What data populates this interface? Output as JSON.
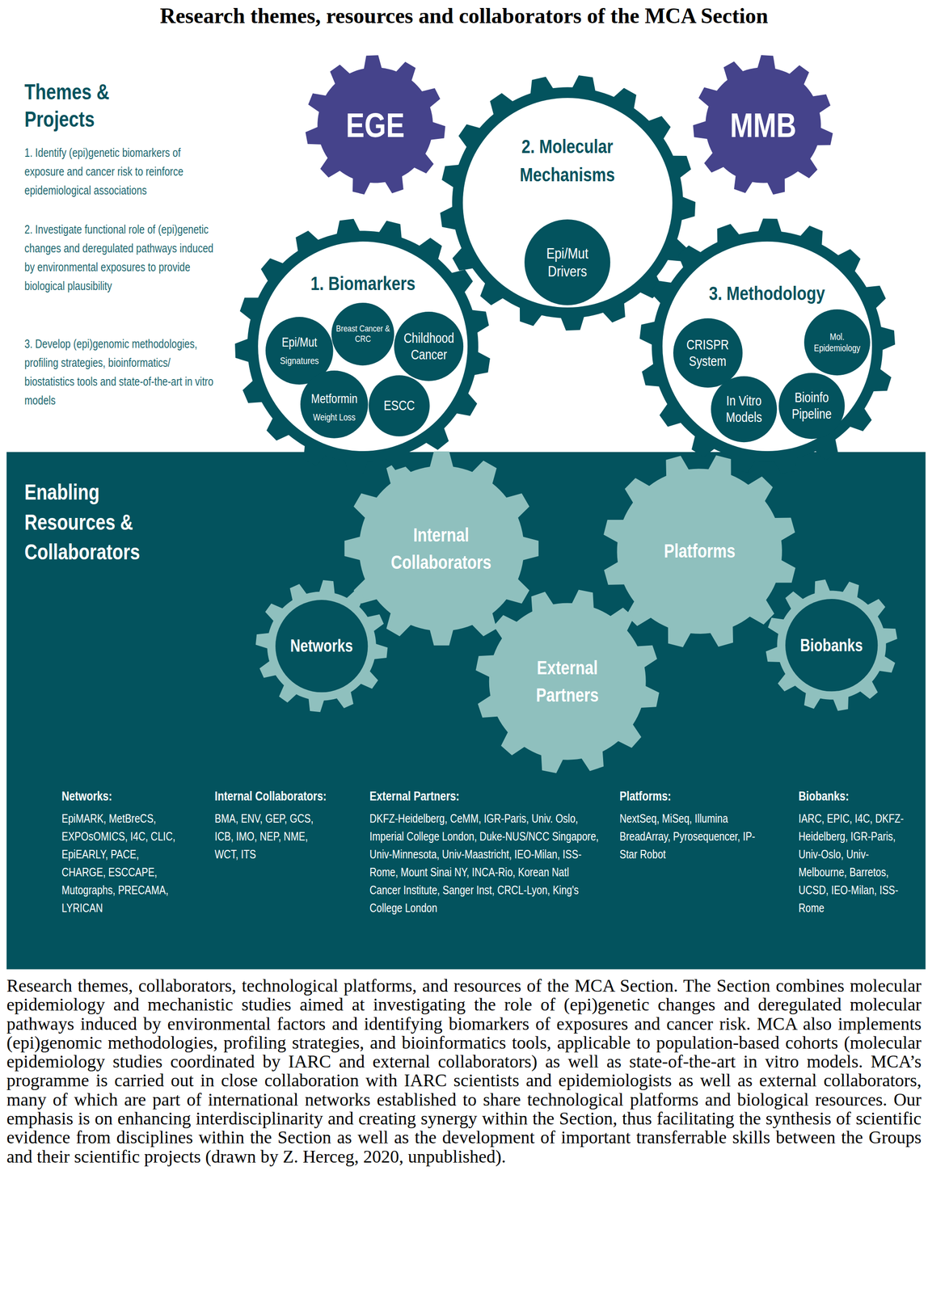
{
  "diagram": {
    "title": "Research themes, resources and collaborators of the MCA Section",
    "caption": "Research themes, collaborators, technological platforms, and resources of the MCA Section. The Section combines molecular epidemiology and mechanistic studies aimed at investigating the role of (epi)genetic changes and deregulated molecular pathways induced by environmental factors and identifying biomarkers of exposures and cancer risk. MCA also implements (epi)genomic methodologies, profiling strategies, and bioinformatics tools, applicable to population-based cohorts (molecular epidemiology studies coordinated by IARC and external collaborators) as well as state-of-the-art in vitro models. MCA’s programme is carried out in close collaboration with IARC scientists and epidemiologists as well as external collaborators, many of which are part of international networks established to share technological platforms and biological resources. Our emphasis is on enhancing interdisciplinarity and creating synergy within the Section, thus facilitating the synthesis of scientific evidence from disciplines within the Section as well as the development of important transferrable skills between the Groups and their scientific projects (drawn by Z. Herceg, 2020, unpublished).",
    "nodes": [
      {
        "text": [
          "EGE"
        ]
      },
      {
        "text": [
          "2. Molecular Mechanisms"
        ]
      },
      {
        "text": [
          "Epi/Mut Drivers"
        ],
        "in": 1
      },
      {
        "text": [
          "MMB"
        ]
      },
      {
        "text": [
          "1. Biomarkers"
        ]
      },
      {
        "text": [
          "Epi/Mut",
          "Signatures"
        ],
        "in": 4
      },
      {
        "text": [
          "Breast Cancer & CRC"
        ],
        "in": 4
      },
      {
        "text": [
          "Childhood Cancer"
        ],
        "in": 4
      },
      {
        "text": [
          "Metformin",
          "Weight Loss"
        ],
        "in": 4
      },
      {
        "text": [
          "ESCC"
        ],
        "in": 4
      },
      {
        "text": [
          "3. Methodology"
        ]
      },
      {
        "text": [
          "CRISPR System"
        ],
        "in": 10
      },
      {
        "text": [
          "Mol. Epidemiology"
        ],
        "in": 10
      },
      {
        "text": [
          "In Vitro Models"
        ],
        "in": 10
      },
      {
        "text": [
          "Bioinfo Pipeline"
        ],
        "in": 10
      },
      {
        "text": [
          "Enabling Resources & Collaborators"
        ]
      },
      {
        "text": [
          "Internal Collaborators"
        ],
        "in": 15
      },
      {
        "text": [
          "Platforms"
        ],
        "in": 15
      },
      {
        "text": [
          "Networks"
        ],
        "in": 15
      },
      {
        "text": [
          "External Partners"
        ],
        "in": 15
      },
      {
        "text": [
          "Biobanks"
        ],
        "in": 15
      }
    ],
    "labels": [
      "Themes & Projects",
      "1. Identify (epi)genetic biomarkers of exposure and cancer risk to reinforce epidemiological associations",
      "2. Investigate functional role of (epi)genetic changes and deregulated pathways induced by environmental exposures to provide biological plausibility",
      "3. Develop (epi)genomic methodologies, profiling strategies, bioinformatics/ biostatistics tools and state-of-the-art in vitro models",
      "Networks:",
      "EpiMARK, MetBreCS, EXPOsOMICS, I4C, CLIC, EpiEARLY, PACE, CHARGE, ESCCAPE, Mutographs, PRECAMA, LYRICAN",
      "Internal Collaborators:",
      "BMA, ENV, GEP, GCS, ICB, IMO, NEP, NME, WCT, ITS",
      "External Partners:",
      "DKFZ-Heidelberg, CeMM, IGR-Paris, Univ. Oslo, Imperial College London, Duke-NUS/NCC Singapore, Univ-Minnesota, Univ-Maastricht, IEO-Milan, ISS-Rome, Mount Sinai NY, INCA-Rio, Korean Natl Cancer Institute, Sanger Inst, CRCL-Lyon, King's College London",
      "Platforms:",
      "NextSeq, MiSeq, Illumina BreadArray, Pyrosequencer, IP-Star Robot",
      "Biobanks:",
      "IARC, EPIC, I4C, DKFZ-Heidelberg, IGR-Paris, Univ-Oslo, Univ-Melbourne, Barretos, UCSD, IEO-Milan, ISS-Rome"
    ]
  }
}
